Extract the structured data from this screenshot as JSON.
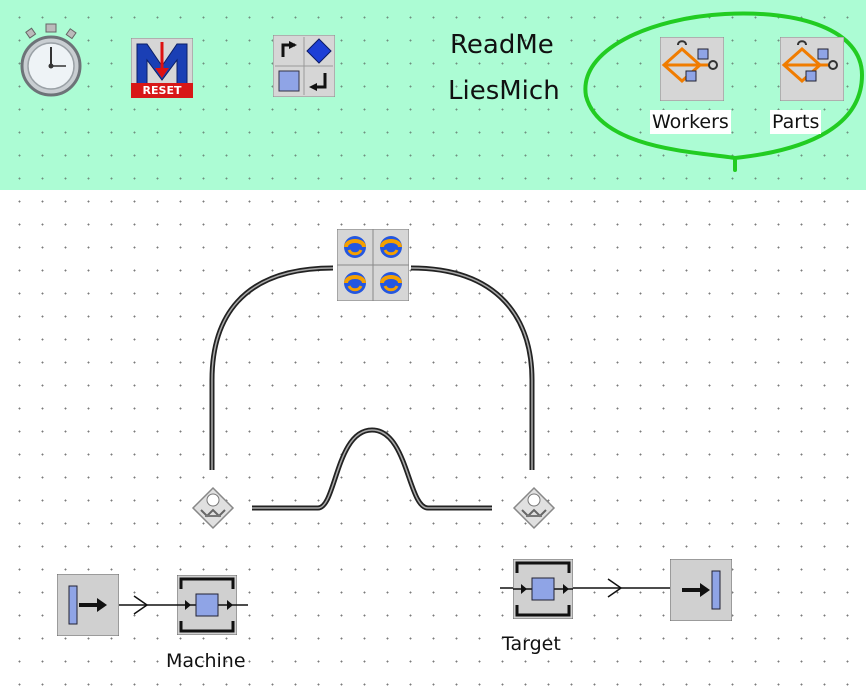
{
  "toolbar": {
    "readme_label": "ReadMe",
    "liesmich_label": "LiesMich",
    "reset_badge": "RESET",
    "workers_label": "Workers",
    "parts_label": "Parts",
    "band_color": "#acfcd4",
    "highlight_color": "#22cc22"
  },
  "model": {
    "machine_label": "Machine",
    "target_label": "Target"
  },
  "icons": {
    "stopwatch": "stopwatch-icon",
    "reset": "reset-icon",
    "method": "method-icon",
    "worker_pool": "worker-pool-icon",
    "broker": "broker-icon",
    "exit_point": "exit-point-icon",
    "source": "source-icon",
    "station": "station-icon",
    "drain": "drain-icon"
  }
}
